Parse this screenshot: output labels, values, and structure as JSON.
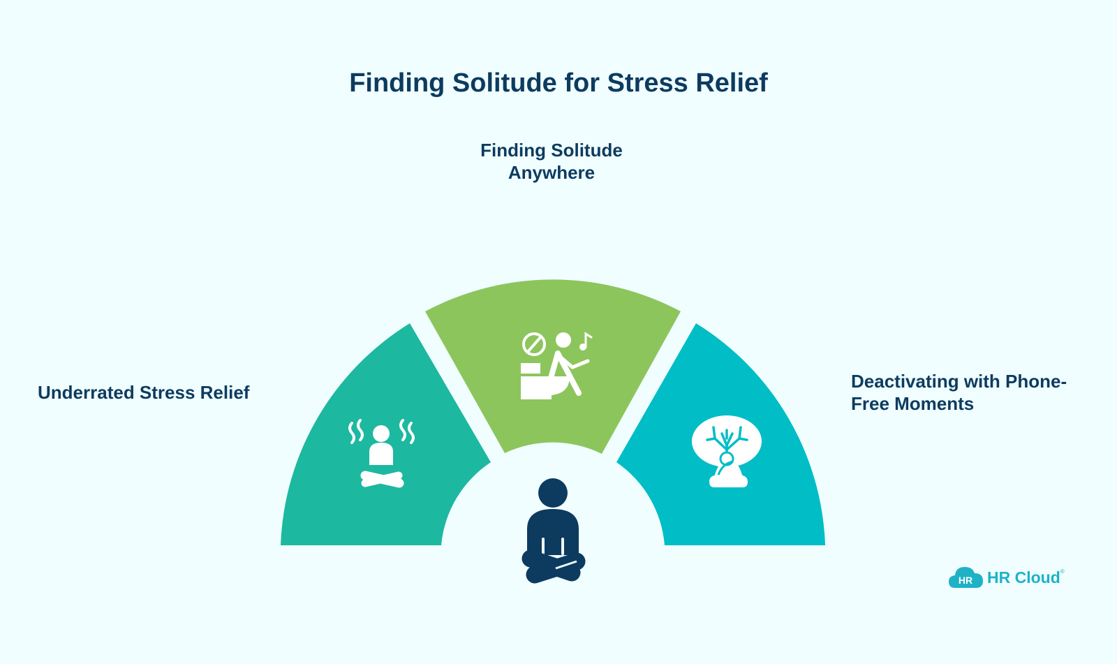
{
  "title": "Finding Solitude for Stress Relief",
  "segments": [
    {
      "label_lines": [
        "Underrated Stress Relief"
      ],
      "color": "#1db8a0",
      "icon": "meditating-person-with-heat-waves-icon"
    },
    {
      "label_lines": [
        "Finding Solitude",
        "Anywhere"
      ],
      "color": "#8dc55d",
      "icon": "person-seated-on-toilet-with-music-no-symbol-icon"
    },
    {
      "label_lines": [
        "Deactivating with Phone-",
        "Free Moments"
      ],
      "color": "#00bdc6",
      "icon": "meditating-person-thinking-of-tree-icon"
    }
  ],
  "center_icon": "meditating-person-icon",
  "colors": {
    "background": "#f0feff",
    "text": "#0d3b5f",
    "brand": "#1fb2c6"
  },
  "logo": {
    "badge": "HR",
    "name": "HR Cloud",
    "registered_mark": "®"
  }
}
